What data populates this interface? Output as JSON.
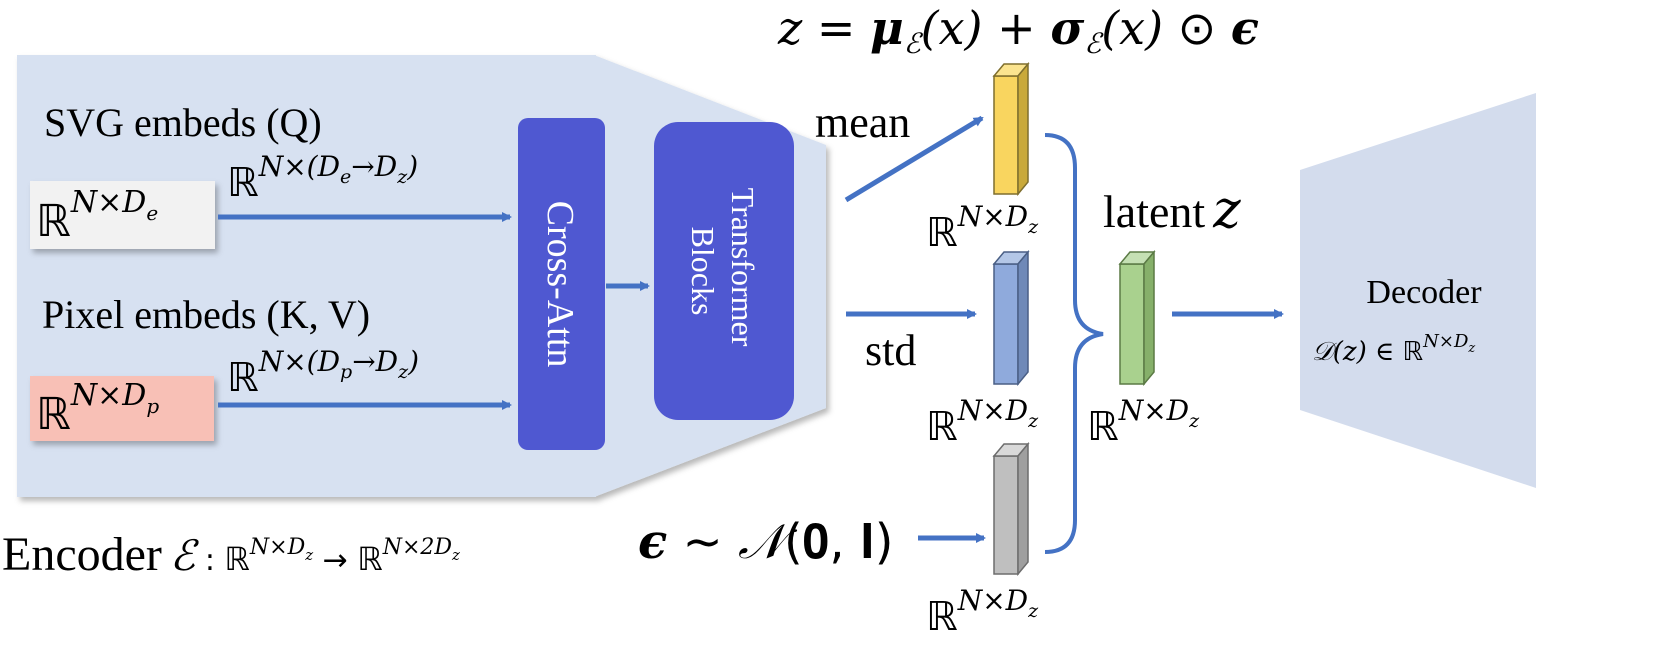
{
  "equation": {
    "lhs": "z",
    "eq": " = ",
    "mu": "μ",
    "sigma": "σ",
    "sub": "ℰ",
    "arg": "(x)",
    "plus": " + ",
    "odot": " ⊙ ",
    "eps": "ϵ"
  },
  "encoder": {
    "svg_label": "SVG embeds (Q)",
    "pixel_label": "Pixel embeds (K, V)",
    "svg_input": {
      "base": "ℝ",
      "exp_pre": "N×D",
      "exp_sub": "e"
    },
    "pixel_input": {
      "base": "ℝ",
      "exp_pre": "N×D",
      "exp_sub": "p"
    },
    "svg_proj": {
      "base": "ℝ",
      "exp": "N×(D",
      "s1": "e",
      "mid": "→D",
      "s2": "z",
      "end": ")"
    },
    "pixel_proj": {
      "base": "ℝ",
      "exp": "N×(D",
      "s1": "p",
      "mid": "→D",
      "s2": "z",
      "end": ")"
    },
    "cross_attn": "Cross-Attn",
    "transformer_line1": "Transformer",
    "transformer_line2": "Blocks",
    "caption_word": "Encoder",
    "caption_symbol": "ℰ",
    "caption_colon": " : ",
    "caption_domain": {
      "base": "ℝ",
      "exp": "N×D",
      "sub": "z"
    },
    "caption_arrow": " → ",
    "caption_codomain": {
      "base": "ℝ",
      "exp": "N×2D",
      "sub": "z"
    }
  },
  "mean_label": "mean",
  "std_label": "std",
  "noise": {
    "eps": "ϵ",
    "sim": " ∼ ",
    "N": "𝒩",
    "args": "(𝟎, 𝐈)"
  },
  "latent_label": "latent",
  "latent_symbol": "z",
  "dims": {
    "base": "ℝ",
    "exp": "N×D",
    "sub": "z"
  },
  "decoder": {
    "title": "Decoder",
    "expr": "𝒟(z) ∈ ",
    "base": "ℝ",
    "exp": "N×D",
    "sub": "z"
  },
  "colors": {
    "encoder_panel": "#d7e1f1",
    "block": "#4f58d1",
    "arrow": "#4472c4",
    "mean_bar": "#f9d55f",
    "std_bar": "#8faadc",
    "noise_bar": "#bfbfbf",
    "latent_bar": "#a9d18e",
    "svg_input_bg": "#f2f2f2",
    "pixel_input_bg": "#f8c0b6",
    "decoder_panel": "#d3dced"
  }
}
